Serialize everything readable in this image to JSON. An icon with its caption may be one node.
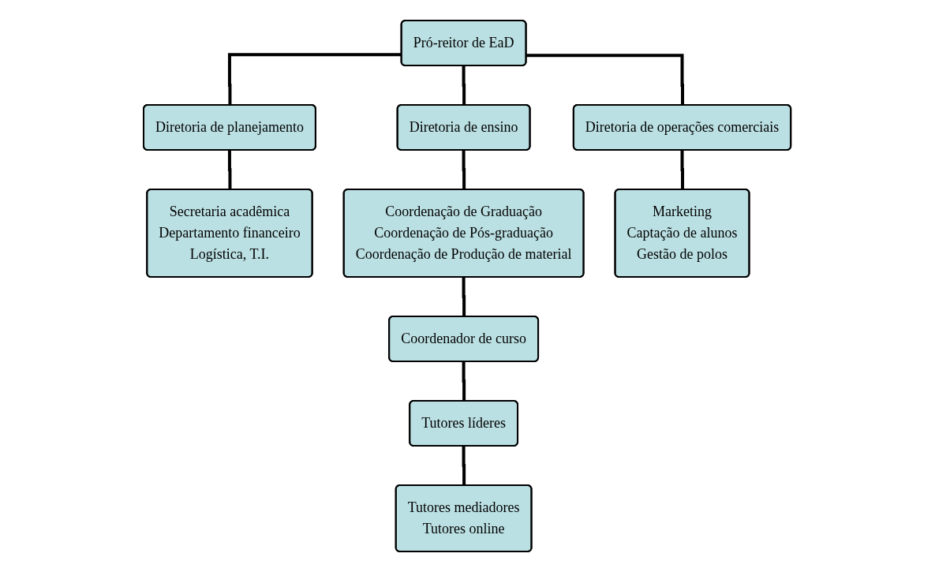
{
  "diagram": {
    "nodes": [
      {
        "text": [
          "Pró-reitor de EaD"
        ]
      },
      {
        "text": [
          "Diretoria de planejamento"
        ]
      },
      {
        "text": [
          "Diretoria de ensino"
        ]
      },
      {
        "text": [
          "Diretoria de operações comerciais"
        ]
      },
      {
        "text": [
          "Secretaria acadêmica",
          "Departamento financeiro",
          "Logística, T.I."
        ]
      },
      {
        "text": [
          "Coordenação de Graduação",
          "Coordenação de Pós-graduação",
          "Coordenação de Produção de material"
        ]
      },
      {
        "text": [
          "Marketing",
          "Captação de alunos",
          "Gestão de polos"
        ]
      },
      {
        "text": [
          "Coordenador de curso"
        ]
      },
      {
        "text": [
          "Tutores líderes"
        ]
      },
      {
        "text": [
          "Tutores mediadores",
          "Tutores online"
        ]
      }
    ],
    "edges": [
      {
        "from": 0,
        "to": 1,
        "arrow": "none"
      },
      {
        "from": 0,
        "to": 2,
        "arrow": "none"
      },
      {
        "from": 0,
        "to": 3,
        "arrow": "none"
      },
      {
        "from": 1,
        "to": 4,
        "arrow": "none"
      },
      {
        "from": 2,
        "to": 5,
        "arrow": "none"
      },
      {
        "from": 3,
        "to": 6,
        "arrow": "none"
      },
      {
        "from": 5,
        "to": 7,
        "arrow": "none"
      },
      {
        "from": 7,
        "to": 8,
        "arrow": "none"
      },
      {
        "from": 8,
        "to": 9,
        "arrow": "none"
      }
    ]
  }
}
